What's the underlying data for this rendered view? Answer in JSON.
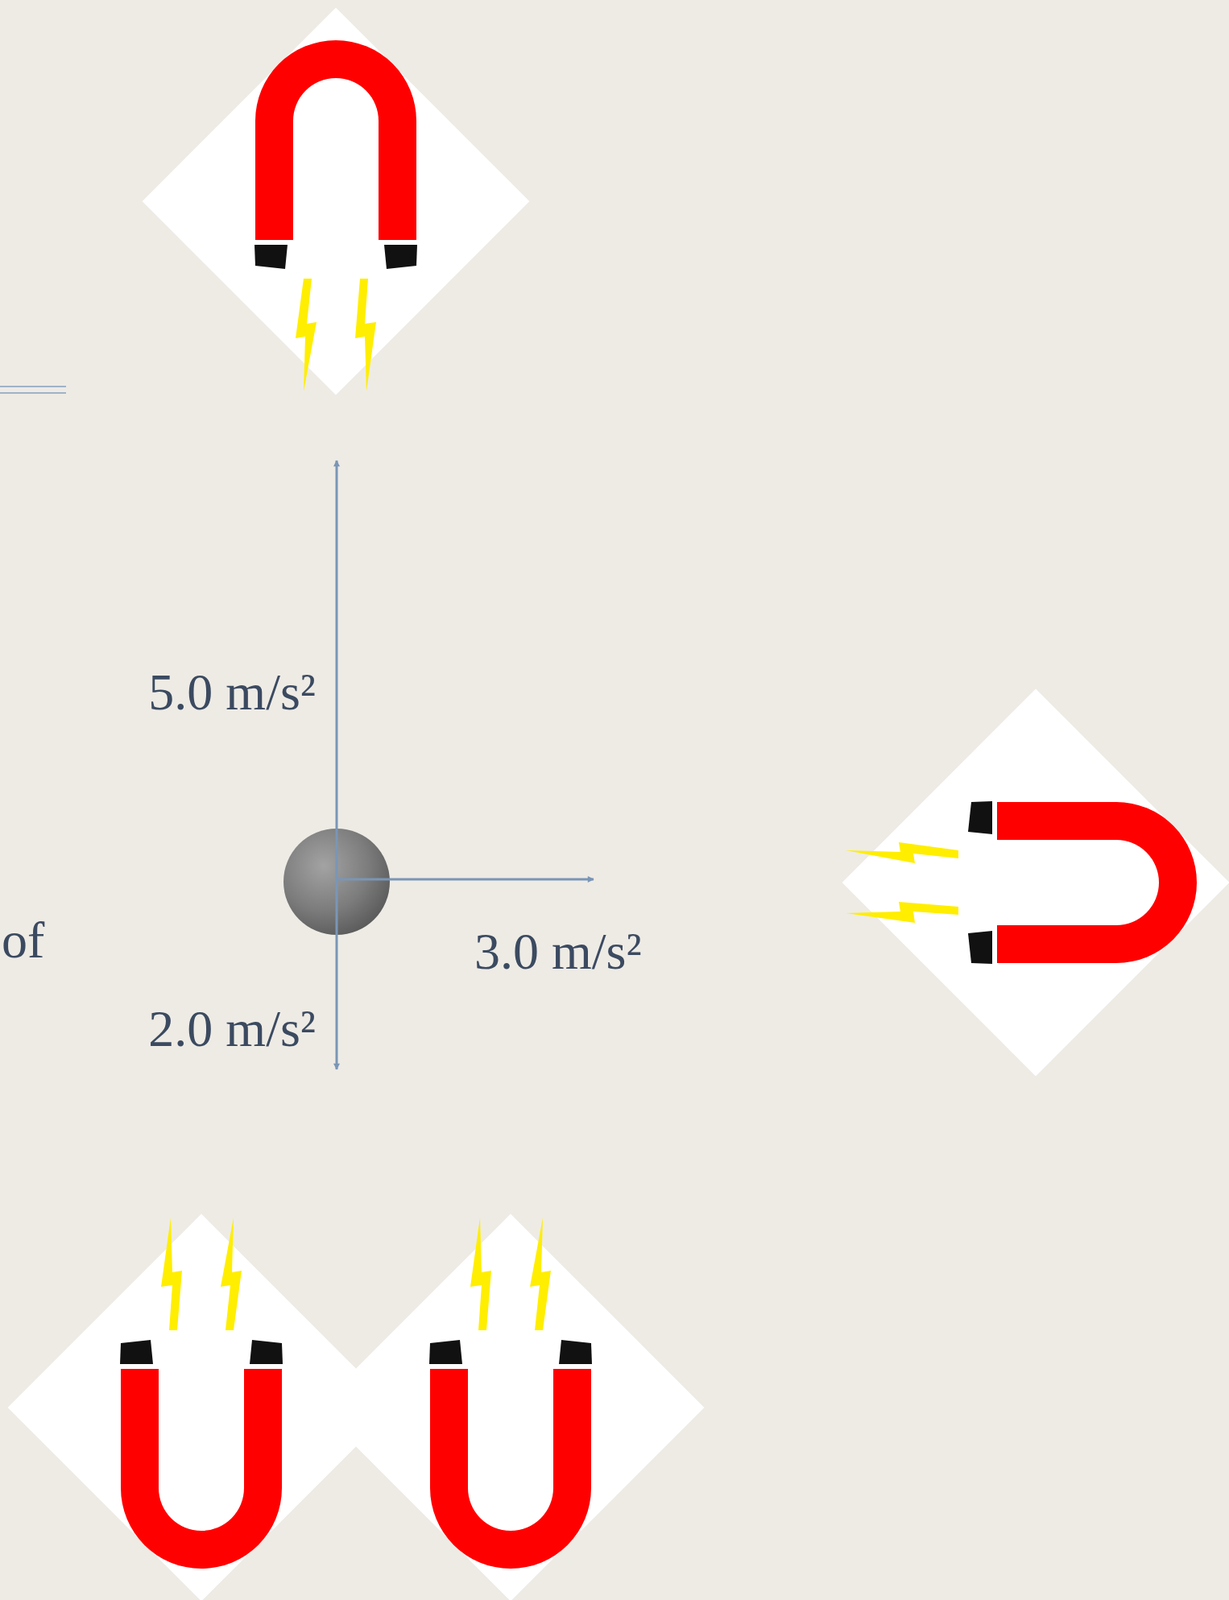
{
  "diagram": {
    "labels": [
      "5.0 m/s²",
      "3.0 m/s²",
      "2.0 m/s²",
      "of"
    ]
  }
}
